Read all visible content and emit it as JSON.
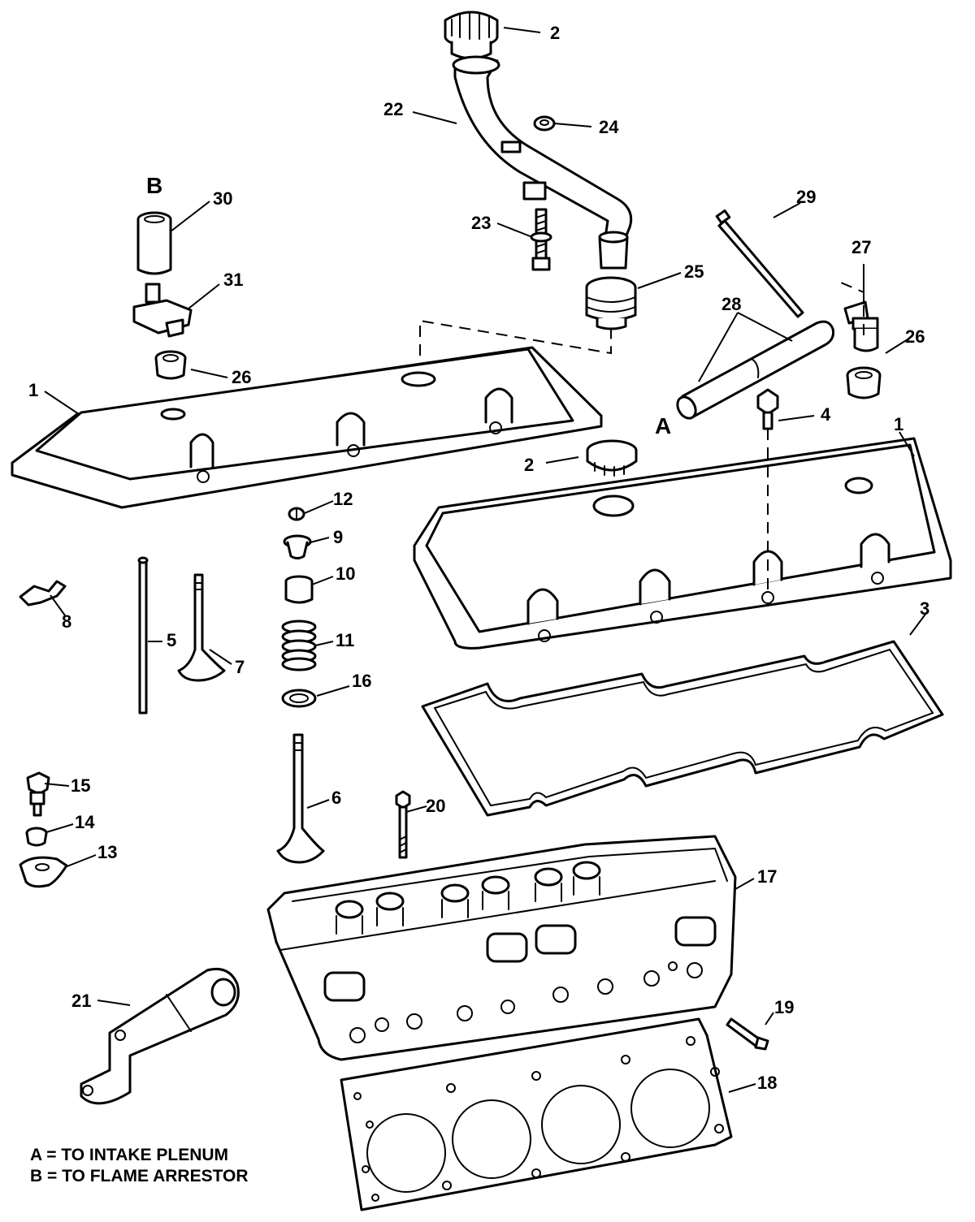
{
  "callouts": {
    "c1a": "1",
    "c1b": "1",
    "c2a": "2",
    "c2b": "2",
    "c3": "3",
    "c4": "4",
    "c5": "5",
    "c6": "6",
    "c7": "7",
    "c8": "8",
    "c9": "9",
    "c10": "10",
    "c11": "11",
    "c12": "12",
    "c13": "13",
    "c14": "14",
    "c15": "15",
    "c16": "16",
    "c17": "17",
    "c18": "18",
    "c19": "19",
    "c20": "20",
    "c21": "21",
    "c22": "22",
    "c23": "23",
    "c24": "24",
    "c25": "25",
    "c26a": "26",
    "c26b": "26",
    "c27": "27",
    "c28": "28",
    "c29": "29",
    "c30": "30",
    "c31": "31"
  },
  "view_labels": {
    "a": "A",
    "b": "B"
  },
  "legend": {
    "line_a": "A = TO INTAKE PLENUM",
    "line_b": "B = TO FLAME ARRESTOR"
  }
}
